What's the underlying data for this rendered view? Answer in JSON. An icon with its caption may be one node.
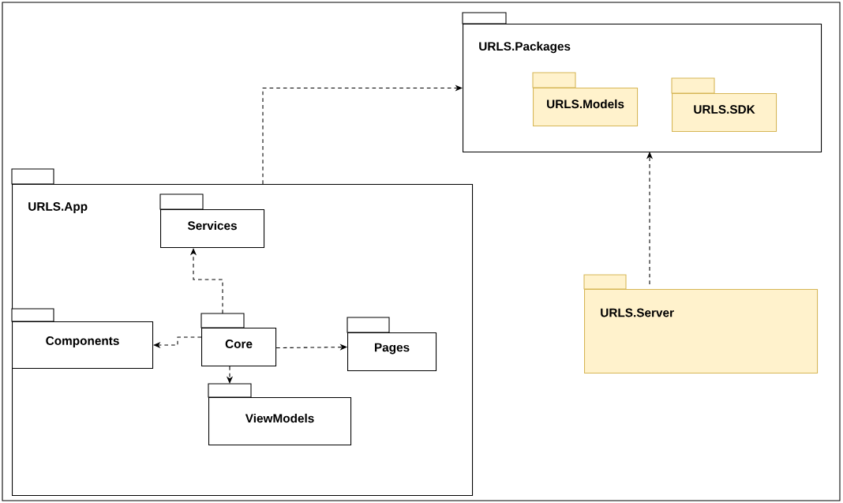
{
  "diagram": {
    "nodes": [
      {
        "text": [
          "URLS.Packages"
        ]
      },
      {
        "text": [
          "URLS.Models"
        ],
        "in": 0
      },
      {
        "text": [
          "URLS.SDK"
        ],
        "in": 0
      },
      {
        "text": [
          "URLS.App"
        ]
      },
      {
        "text": [
          "Services"
        ],
        "in": 3
      },
      {
        "text": [
          "Components"
        ],
        "in": 3
      },
      {
        "text": [
          "Core"
        ],
        "in": 3
      },
      {
        "text": [
          "Pages"
        ],
        "in": 3
      },
      {
        "text": [
          "ViewModels"
        ],
        "in": 3
      },
      {
        "text": [
          "URLS.Server"
        ]
      }
    ],
    "edges": [
      {
        "from": 3,
        "to": 0,
        "arrow": "to",
        "style": "dashed"
      },
      {
        "from": 6,
        "to": 4,
        "arrow": "to",
        "style": "dashed"
      },
      {
        "from": 6,
        "to": 5,
        "arrow": "to",
        "style": "dashed"
      },
      {
        "from": 6,
        "to": 7,
        "arrow": "to",
        "style": "dashed"
      },
      {
        "from": 6,
        "to": 8,
        "arrow": "to",
        "style": "dashed"
      },
      {
        "from": 9,
        "to": 0,
        "arrow": "to",
        "style": "dashed"
      }
    ]
  }
}
